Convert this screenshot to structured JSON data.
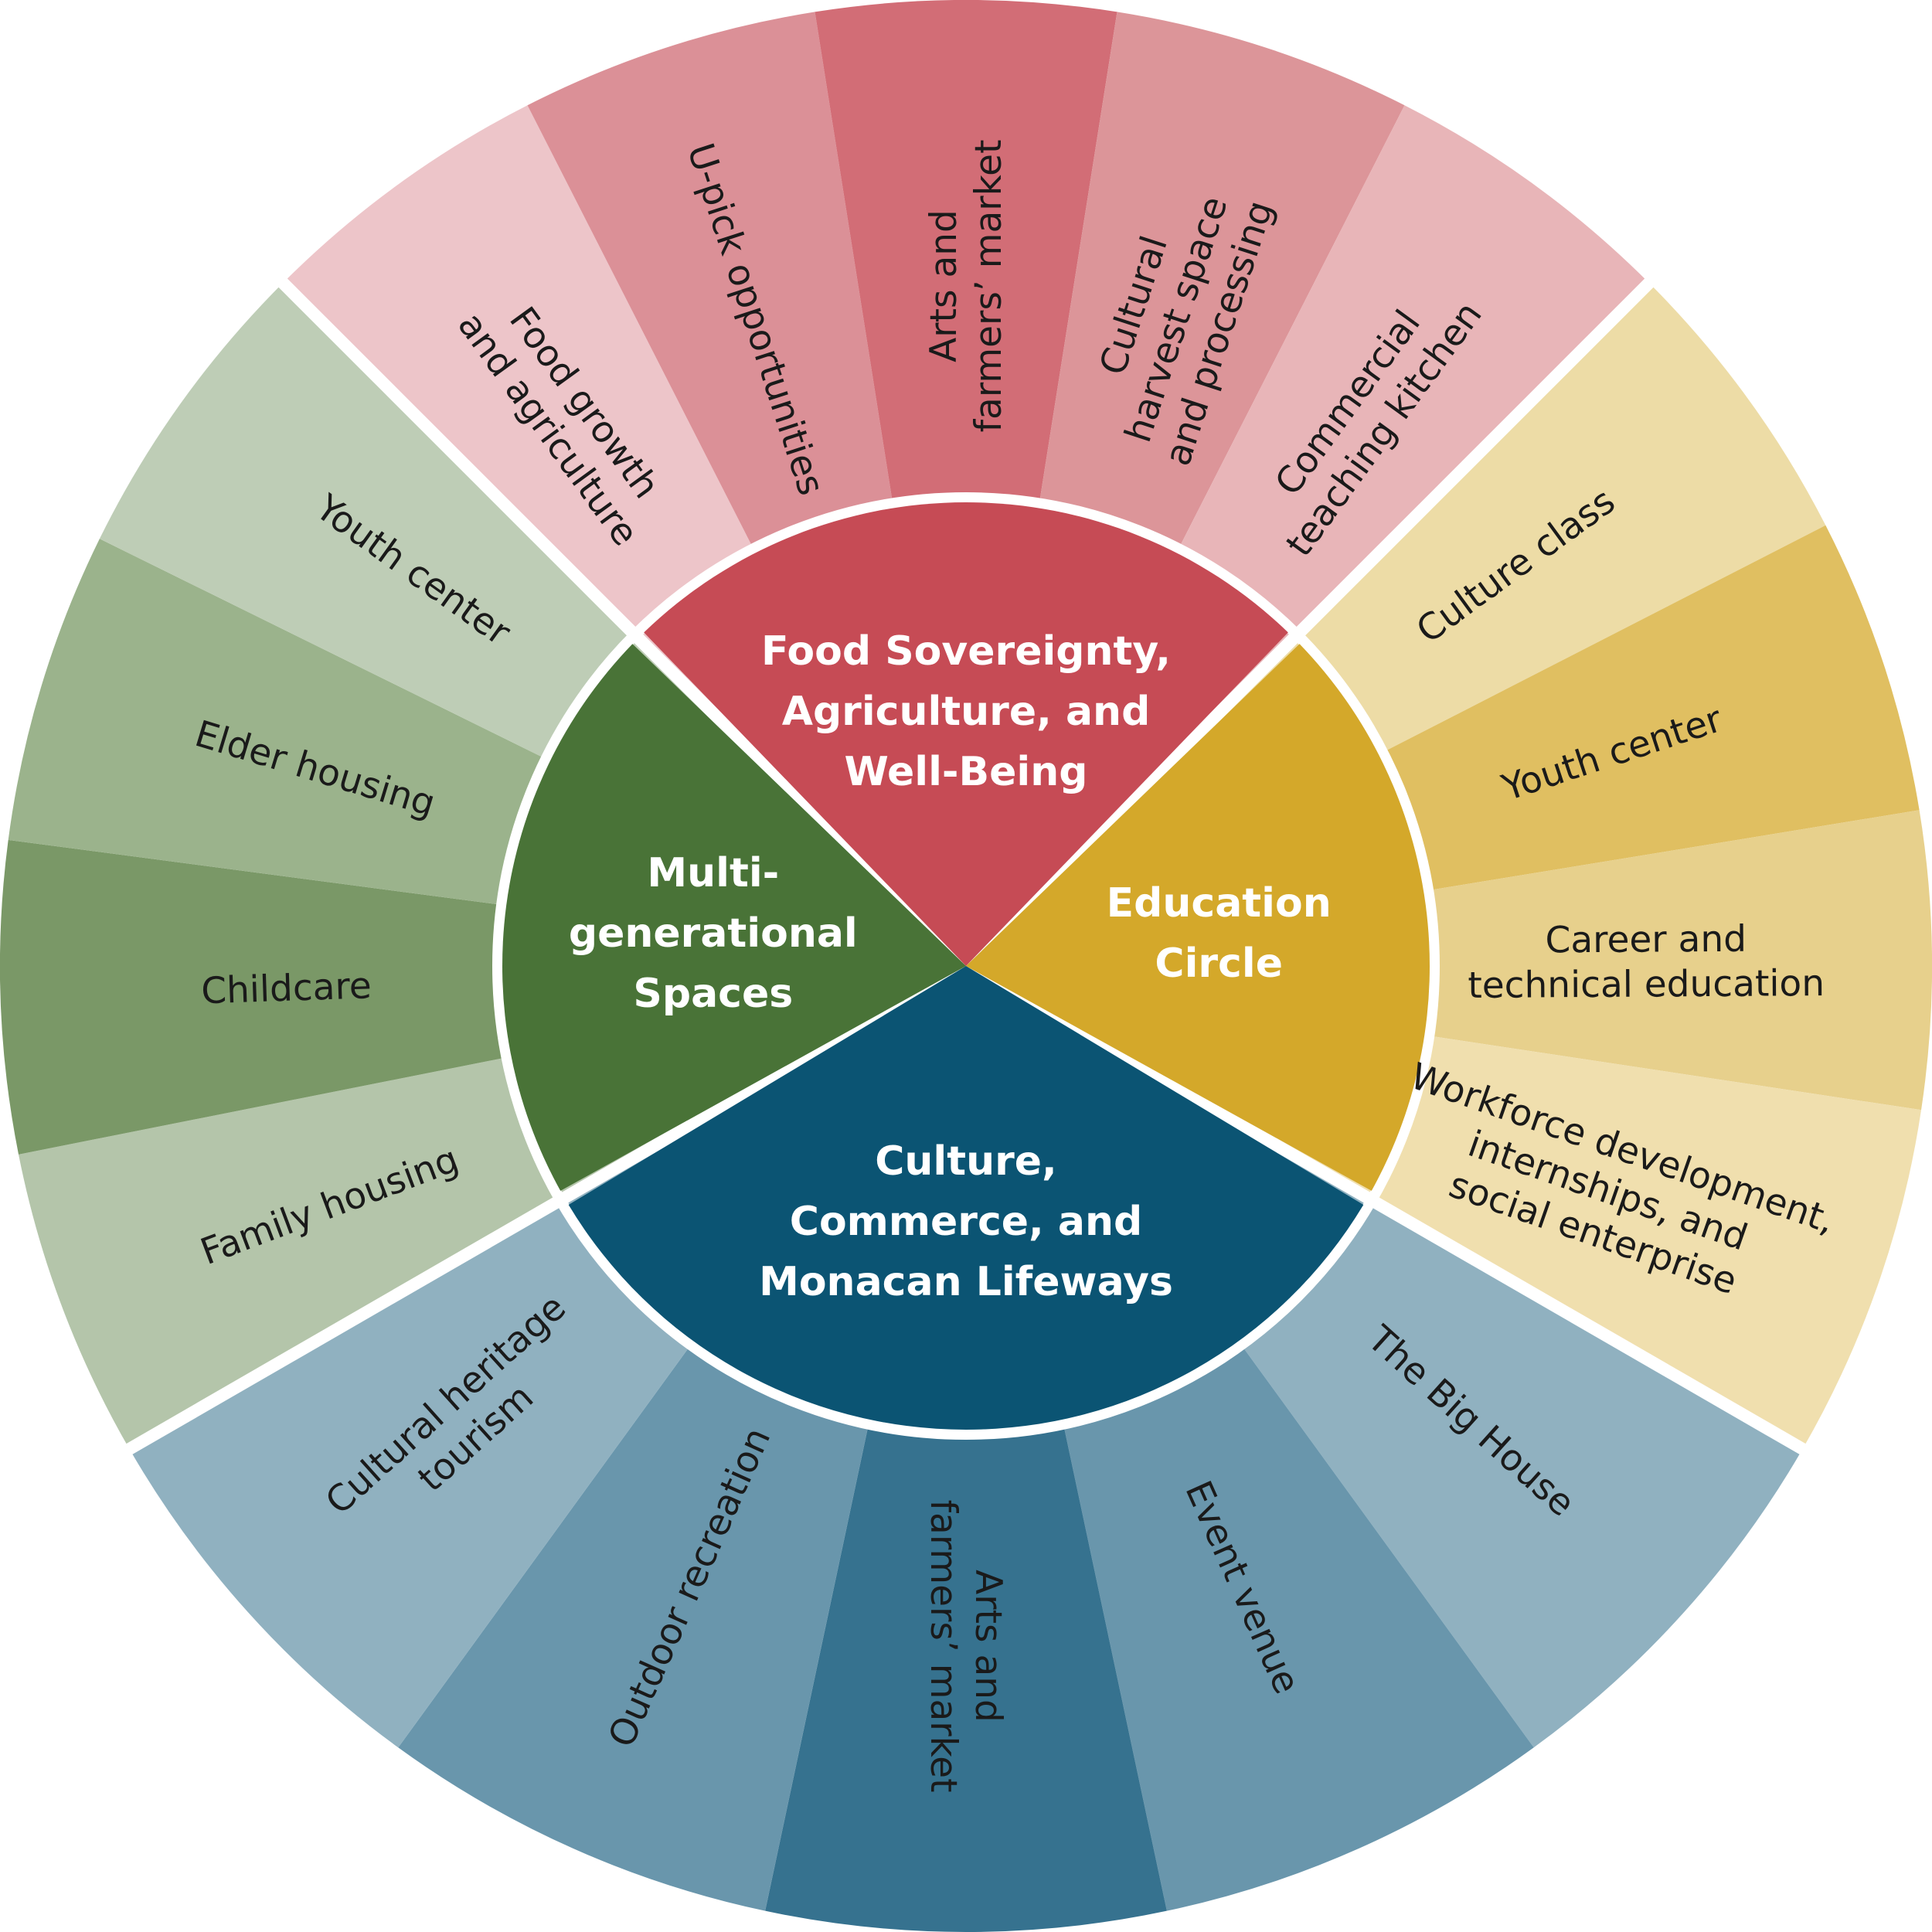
{
  "groups": [
    {
      "id": "food",
      "title": [
        "Food Sovereignty,",
        "Agriculture, and",
        "Well-Being"
      ],
      "core_color": "#c64b55",
      "segments": [
        {
          "lines": [
            "Food growth",
            "and agriculture"
          ],
          "color": "#edc5c9"
        },
        {
          "lines": [
            "U-pick opportunities"
          ],
          "color": "#db9097"
        },
        {
          "lines": [
            "Arts and",
            "farmers’ market"
          ],
          "color": "#d26d76"
        },
        {
          "lines": [
            "Cultural",
            "harvest space",
            "and processing"
          ],
          "color": "#dc9599"
        },
        {
          "lines": [
            "Commercial",
            "teaching kitchen"
          ],
          "color": "#e8b5b8"
        }
      ]
    },
    {
      "id": "education",
      "title": [
        "Education",
        "Circle"
      ],
      "core_color": "#d4a82a",
      "segments": [
        {
          "lines": [
            "Culture class"
          ],
          "color": "#eddca6"
        },
        {
          "lines": [
            "Youth center"
          ],
          "color": "#e0bf61"
        },
        {
          "lines": [
            "Career and",
            "technical education"
          ],
          "color": "#e7d08c"
        },
        {
          "lines": [
            "Workforce development,",
            "internships, and",
            "social enterprise"
          ],
          "color": "#f0dfae"
        }
      ]
    },
    {
      "id": "culture",
      "title": [
        "Culture,",
        "Commerce, and",
        "Monacan Lifeways"
      ],
      "core_color": "#0b5473",
      "segments": [
        {
          "lines": [
            "The Big House"
          ],
          "color": "#90b1c0"
        },
        {
          "lines": [
            "Event venue"
          ],
          "color": "#6996ac"
        },
        {
          "lines": [
            "Arts and",
            "farmers’ market"
          ],
          "color": "#36728f"
        },
        {
          "lines": [
            "Outdoor recreation"
          ],
          "color": "#6996ac"
        },
        {
          "lines": [
            "Cultural heritage",
            "tourism"
          ],
          "color": "#90b1c0"
        }
      ]
    },
    {
      "id": "multigen",
      "title": [
        "Multi-",
        "generational",
        "Spaces"
      ],
      "core_color": "#497337",
      "segments": [
        {
          "lines": [
            "Family housing"
          ],
          "color": "#b4c5aa"
        },
        {
          "lines": [
            "Childcare"
          ],
          "color": "#7a9867"
        },
        {
          "lines": [
            "Elder housing"
          ],
          "color": "#9bb38c"
        },
        {
          "lines": [
            "Youth center"
          ],
          "color": "#becdb6"
        }
      ]
    }
  ]
}
